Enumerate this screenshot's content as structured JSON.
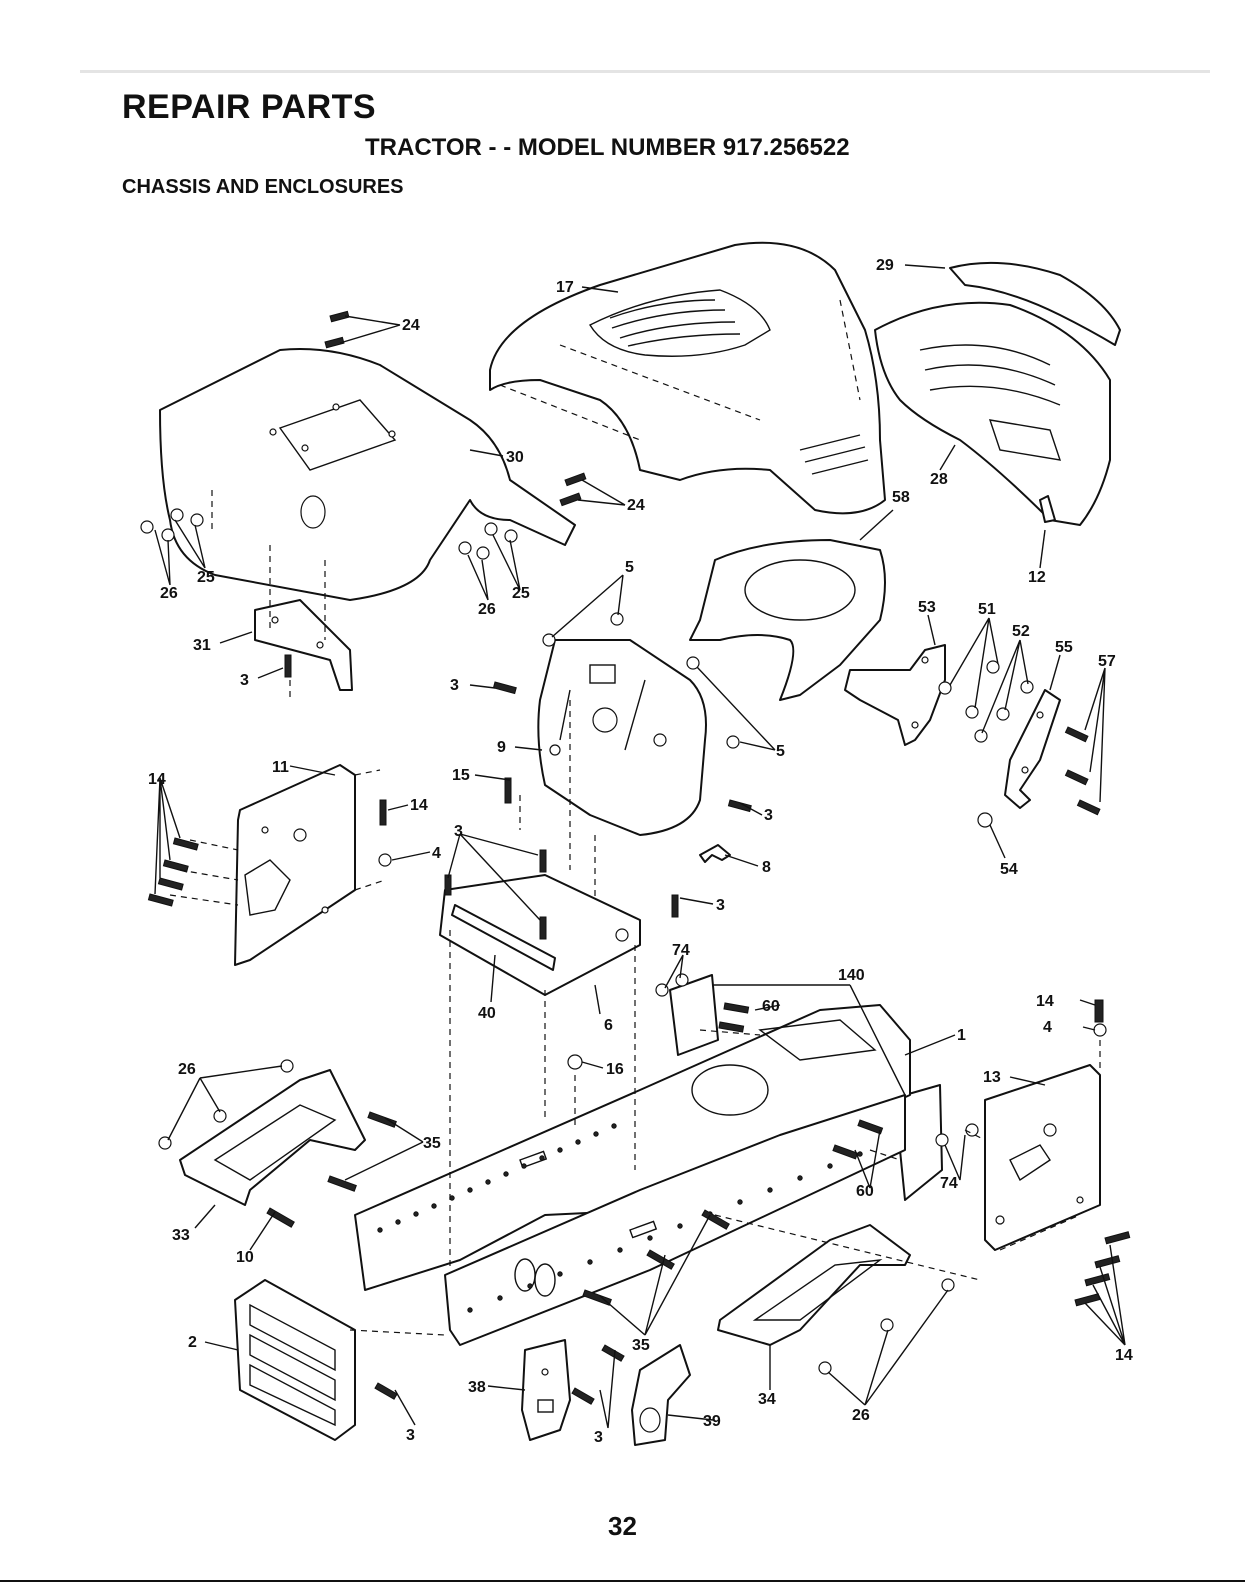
{
  "header": {
    "title": "REPAIR PARTS",
    "subtitle": "TRACTOR - - MODEL NUMBER 917.256522",
    "section": "CHASSIS AND ENCLOSURES"
  },
  "page_number": "32",
  "callouts": {
    "c1": "1",
    "c2": "2",
    "c3a": "3",
    "c3b": "3",
    "c3c": "3",
    "c3d": "3",
    "c3e": "3",
    "c3f": "3",
    "c3g": "3",
    "c3h": "3",
    "c4a": "4",
    "c4b": "4",
    "c5a": "5",
    "c5b": "5",
    "c6": "6",
    "c8": "8",
    "c9": "9",
    "c10": "10",
    "c11": "11",
    "c12": "12",
    "c13": "13",
    "c14a": "14",
    "c14b": "14",
    "c14c": "14",
    "c14d": "14",
    "c15": "15",
    "c16": "16",
    "c17": "17",
    "c24a": "24",
    "c24b": "24",
    "c25a": "25",
    "c25b": "25",
    "c26a": "26",
    "c26b": "26",
    "c26c": "26",
    "c26d": "26",
    "c28": "28",
    "c29": "29",
    "c30": "30",
    "c31": "31",
    "c33": "33",
    "c34": "34",
    "c35a": "35",
    "c35b": "35",
    "c38": "38",
    "c39": "39",
    "c40": "40",
    "c51": "51",
    "c52": "52",
    "c53": "53",
    "c54": "54",
    "c55": "55",
    "c57": "57",
    "c58": "58",
    "c60a": "60",
    "c60b": "60",
    "c74a": "74",
    "c74b": "74",
    "c140": "140"
  }
}
